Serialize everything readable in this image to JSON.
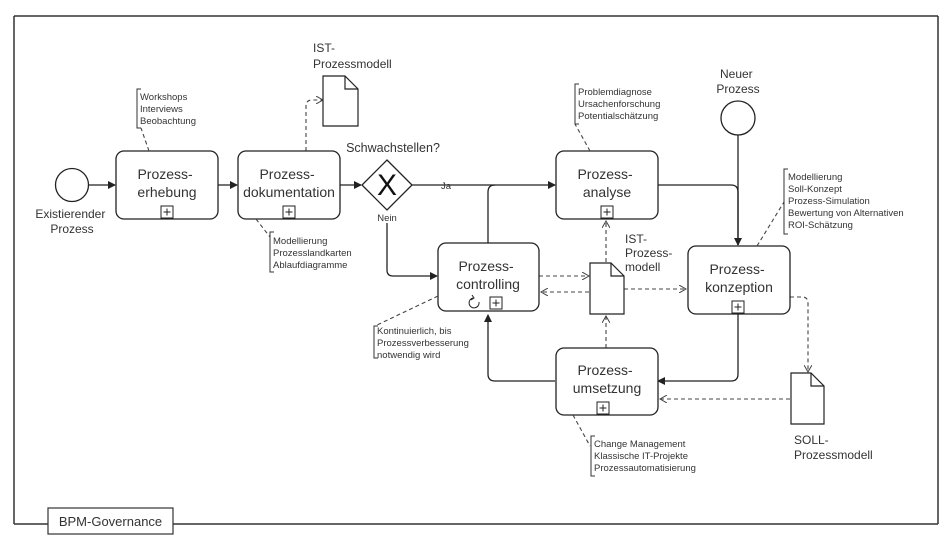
{
  "diagram": {
    "pool_label": "BPM-Governance",
    "events": {
      "start_existing": "Existierender Prozess",
      "start_existing_lines": [
        "Existierender",
        "Prozess"
      ],
      "start_new_lines": [
        "Neuer",
        "Prozess"
      ]
    },
    "gateway": {
      "question": "Schwachstellen?",
      "yes_label": "Ja",
      "no_label": "Nein",
      "marker": "X"
    },
    "tasks": {
      "erhebung": [
        "Prozess-",
        "erhebung"
      ],
      "dokumentation": [
        "Prozess-",
        "dokumentation"
      ],
      "analyse": [
        "Prozess-",
        "analyse"
      ],
      "controlling": [
        "Prozess-",
        "controlling"
      ],
      "konzeption": [
        "Prozess-",
        "konzeption"
      ],
      "umsetzung": [
        "Prozess-",
        "umsetzung"
      ]
    },
    "subprocess_marker": "+",
    "data_objects": {
      "ist_top": [
        "IST-",
        "Prozessmodell"
      ],
      "ist_mid": [
        "IST-",
        "Prozess-",
        "modell"
      ],
      "soll": [
        "SOLL-",
        "Prozessmodell"
      ]
    },
    "annotations": {
      "erhebung": [
        "Workshops",
        "Interviews",
        "Beobachtung"
      ],
      "dokumentation": [
        "Modellierung",
        "Prozesslandkarten",
        "Ablaufdiagramme"
      ],
      "analyse": [
        "Problemdiagnose",
        "Ursachenforschung",
        "Potentialschätzung"
      ],
      "konzeption": [
        "Modellierung",
        "Soll-Konzept",
        "Prozess-Simulation",
        "Bewertung von Alternativen",
        "ROI-Schätzung"
      ],
      "controlling": [
        "Kontinuierlich, bis",
        "Prozessverbesserung",
        "notwendig wird"
      ],
      "umsetzung": [
        "Change Management",
        "Klassische IT-Projekte",
        "Prozessautomatisierung"
      ]
    },
    "colors": {
      "stroke": "#222222",
      "background": "#ffffff",
      "text": "#333333"
    }
  }
}
